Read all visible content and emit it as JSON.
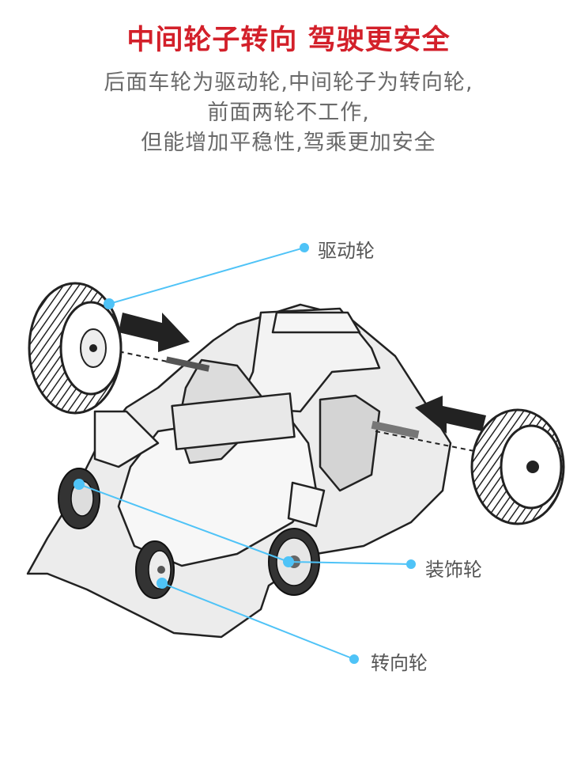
{
  "headline": "中间轮子转向 驾驶更安全",
  "subtitle_lines": [
    "后面车轮为驱动轮,中间轮子为转向轮,",
    "前面两轮不工作,",
    "但能增加平稳性,驾乘更加安全"
  ],
  "callouts": {
    "drive_wheel": "驱动轮",
    "decorative_wheel": "装饰轮",
    "steering_wheel": "转向轮"
  },
  "colors": {
    "headline": "#d3202a",
    "subtitle": "#6a6a6a",
    "callout_line": "#4fc3f7",
    "outline": "#222222"
  }
}
